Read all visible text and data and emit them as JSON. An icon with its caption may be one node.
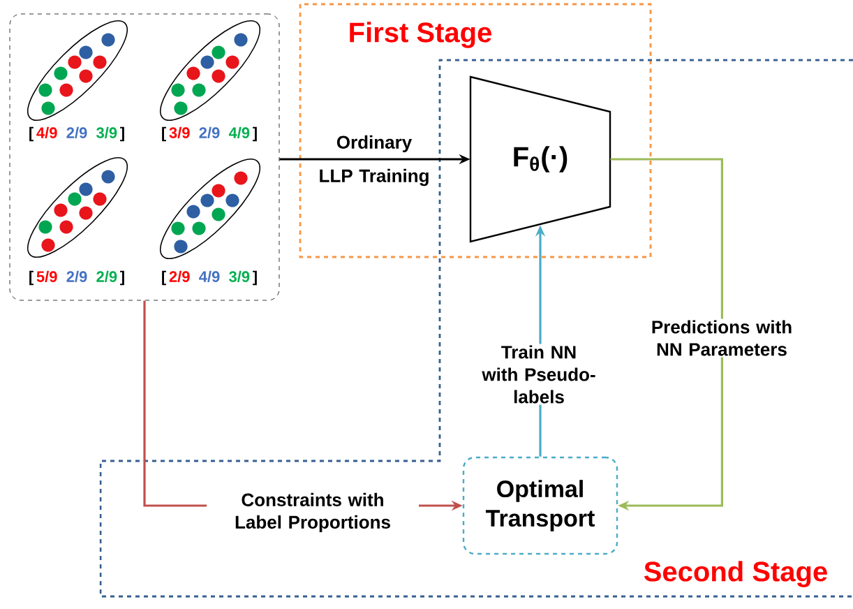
{
  "diagram": {
    "nodes": [
      {
        "text": [],
        "shape": "box"
      },
      {
        "text": [],
        "shape": "ellipse",
        "in": 0,
        "beside": [
          "[",
          "4/9",
          "2/9",
          "3/9",
          "]"
        ]
      },
      {
        "text": [],
        "shape": "ellipse",
        "in": 0,
        "beside": [
          "[",
          "3/9",
          "2/9",
          "4/9",
          "]"
        ]
      },
      {
        "text": [],
        "shape": "ellipse",
        "in": 0,
        "beside": [
          "[",
          "5/9",
          "2/9",
          "2/9",
          "]"
        ]
      },
      {
        "text": [],
        "shape": "ellipse",
        "in": 0,
        "beside": [
          "[",
          "2/9",
          "4/9",
          "3/9",
          "]"
        ]
      },
      {
        "text": [
          "F$_{θ}$(·)"
        ]
      },
      {
        "text": [
          "Optimal Transport"
        ]
      }
    ],
    "edges": [
      {
        "from": 0,
        "to": 5,
        "arrow": "to",
        "label": "Ordinary LLP Training",
        "color": "#000000"
      },
      {
        "from": 0,
        "to": 6,
        "arrow": "to",
        "label": "Constraints with Label Proportions",
        "color": "#c0504d"
      },
      {
        "from": 6,
        "to": 5,
        "arrow": "to",
        "label": "Train NN with Pseudo-labels",
        "color": "#4bacc6"
      },
      {
        "from": 5,
        "to": 6,
        "arrow": "to",
        "label": "Predictions with NN Parameters",
        "color": "#9bbb59"
      }
    ],
    "labels": [
      "First Stage",
      "Second Stage"
    ]
  }
}
